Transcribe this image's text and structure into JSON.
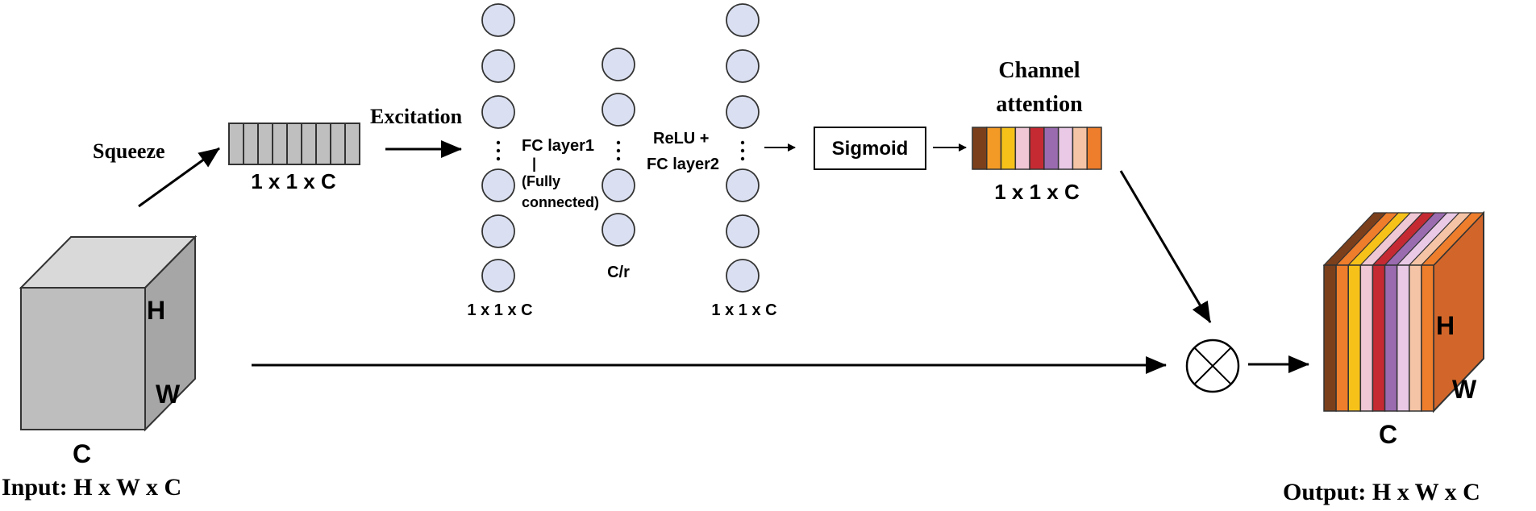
{
  "labels": {
    "squeeze": "Squeeze",
    "excitation": "Excitation",
    "channel_attention_line1": "Channel",
    "channel_attention_line2": "attention",
    "squeeze_dim": "1 x 1 x C",
    "attention_dim": "1 x 1 x C",
    "fc1_title": "FC layer1",
    "fc1_bar": "|",
    "fc1_sub1": "(Fully",
    "fc1_sub2": "connected)",
    "relu_line1": "ReLU  +",
    "relu_line2": "FC layer2",
    "sigmoid": "Sigmoid",
    "layer_in_dim": "1 x 1 x C",
    "layer_mid_dim": "C/r",
    "layer_out_dim": "1 x 1 x C",
    "input_h": "H",
    "input_w": "W",
    "input_c": "C",
    "output_h": "H",
    "output_w": "W",
    "output_c": "C",
    "input_caption": "Input:  H x W x C",
    "output_caption": "Output:   H x W x C"
  },
  "colors": {
    "squeeze_cell": "#bfbfbf",
    "node_fill": "#dae0f1",
    "node_stroke": "#333333",
    "cube_front": "#bebebe",
    "cube_top": "#d9d9d9",
    "cube_side": "#a6a6a6",
    "out_side": "#d2662a",
    "attention_stripes": [
      "#7b3f1b",
      "#f39a26",
      "#f6c21a",
      "#f0c7d4",
      "#c52a33",
      "#9b6bb0",
      "#e9c9e6",
      "#f5c4a6",
      "#ee7d2c"
    ],
    "output_front_stripes": [
      "#7b3f1b",
      "#ee7d2c",
      "#f6c21a",
      "#f0c7d4",
      "#c52a33",
      "#9b6bb0",
      "#e9c9e6",
      "#f5c4a6",
      "#ee7d2c"
    ]
  },
  "icons": {
    "multiply": "circled-times-icon"
  },
  "structure": {
    "squeeze_cells": 9,
    "layer_in_nodes_above": 3,
    "layer_in_nodes_below": 3,
    "layer_mid_nodes_above": 2,
    "layer_mid_nodes_below": 2,
    "layer_out_nodes_above": 3,
    "layer_out_nodes_below": 3
  }
}
